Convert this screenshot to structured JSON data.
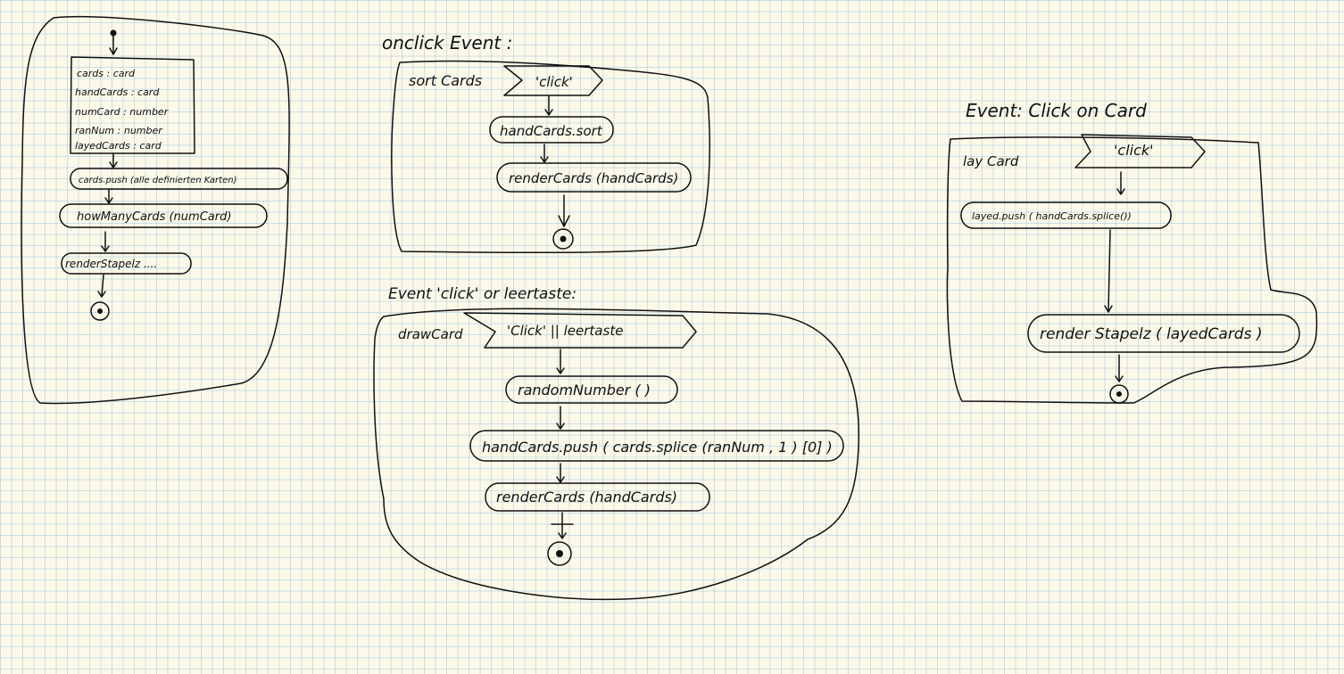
{
  "diagram1": {
    "vars": [
      "cards : card",
      "handCards : card",
      "numCard : number",
      "ranNum : number",
      "layedCards : card"
    ],
    "actions": [
      "cards.push (alle definierten Karten)",
      "howManyCards (numCard)",
      "renderStapelz ...."
    ]
  },
  "diagram2": {
    "title": "onclick Event :",
    "name": "sort Cards",
    "signal": "'click'",
    "actions": [
      "handCards.sort",
      "renderCards (handCards)"
    ]
  },
  "diagram3": {
    "title": "Event 'click' or leertaste:",
    "name": "drawCard",
    "signal": "'Click' || leertaste",
    "actions": [
      "randomNumber ( )",
      "handCards.push ( cards.splice (ranNum , 1 ) [0] )",
      "renderCards (handCards)"
    ]
  },
  "diagram4": {
    "title": "Event: Click on Card",
    "name": "lay Card",
    "signal": "'click'",
    "actions": [
      "layed.push ( handCards.splice())",
      "render Stapelz ( layedCards )"
    ]
  }
}
